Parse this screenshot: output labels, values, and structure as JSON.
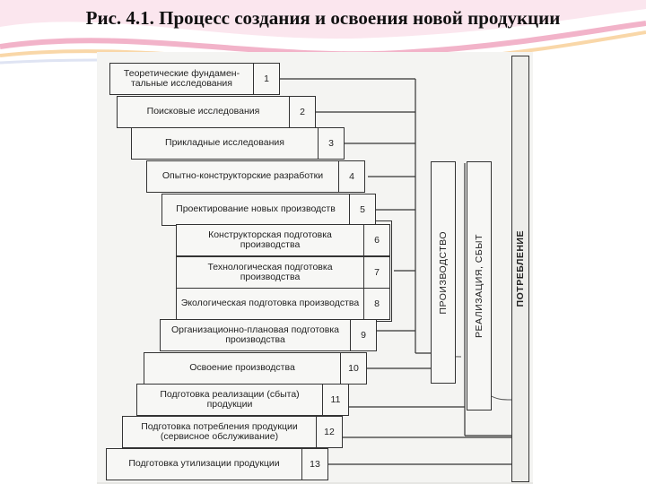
{
  "title": "Рис. 4.1. Процесс создания и освоения новой продукции",
  "stages": [
    {
      "label": "Теоретические фундамен-тальные исследования",
      "number": "1"
    },
    {
      "label": "Поисковые исследования",
      "number": "2"
    },
    {
      "label": "Прикладные исследования",
      "number": "3"
    },
    {
      "label": "Опытно-конструкторские разработки",
      "number": "4"
    },
    {
      "label": "Проектирование новых производств",
      "number": "5"
    },
    {
      "label": "Конструкторская подготовка производства",
      "number": "6"
    },
    {
      "label": "Технологическая подготовка производства",
      "number": "7"
    },
    {
      "label": "Экологическая подготовка производства",
      "number": "8"
    },
    {
      "label": "Организационно-плановая подготовка производства",
      "number": "9"
    },
    {
      "label": "Освоение производства",
      "number": "10"
    },
    {
      "label": "Подготовка реализации (сбыта) продукции",
      "number": "11"
    },
    {
      "label": "Подготовка потребления продукции (сервисное обслуживание)",
      "number": "12"
    },
    {
      "label": "Подготовка утилизации продукции",
      "number": "13"
    }
  ],
  "phases": {
    "production": "ПРОИЗВОДСТВО",
    "sales": "РЕАЛИЗАЦИЯ, СБЫТ",
    "consumption": "ПОТРЕБЛЕНИЕ"
  }
}
